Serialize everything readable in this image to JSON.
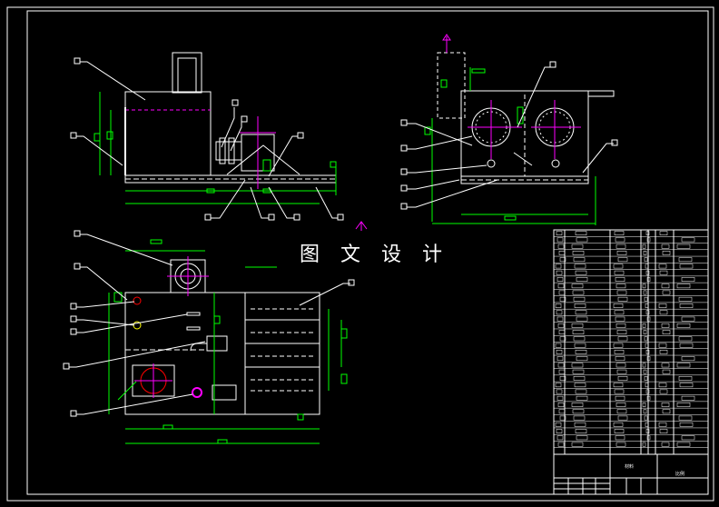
{
  "watermark": "图 文 设 计",
  "title_block": {
    "material_label": "材料",
    "scale_label": "比例"
  },
  "colors": {
    "background": "#000000",
    "frame": "#ffffff",
    "geometry": "#ffffff",
    "dimension": "#00ff00",
    "centerline": "#ff00ff",
    "hidden": "#ffff00",
    "flange": "#ff0000"
  }
}
